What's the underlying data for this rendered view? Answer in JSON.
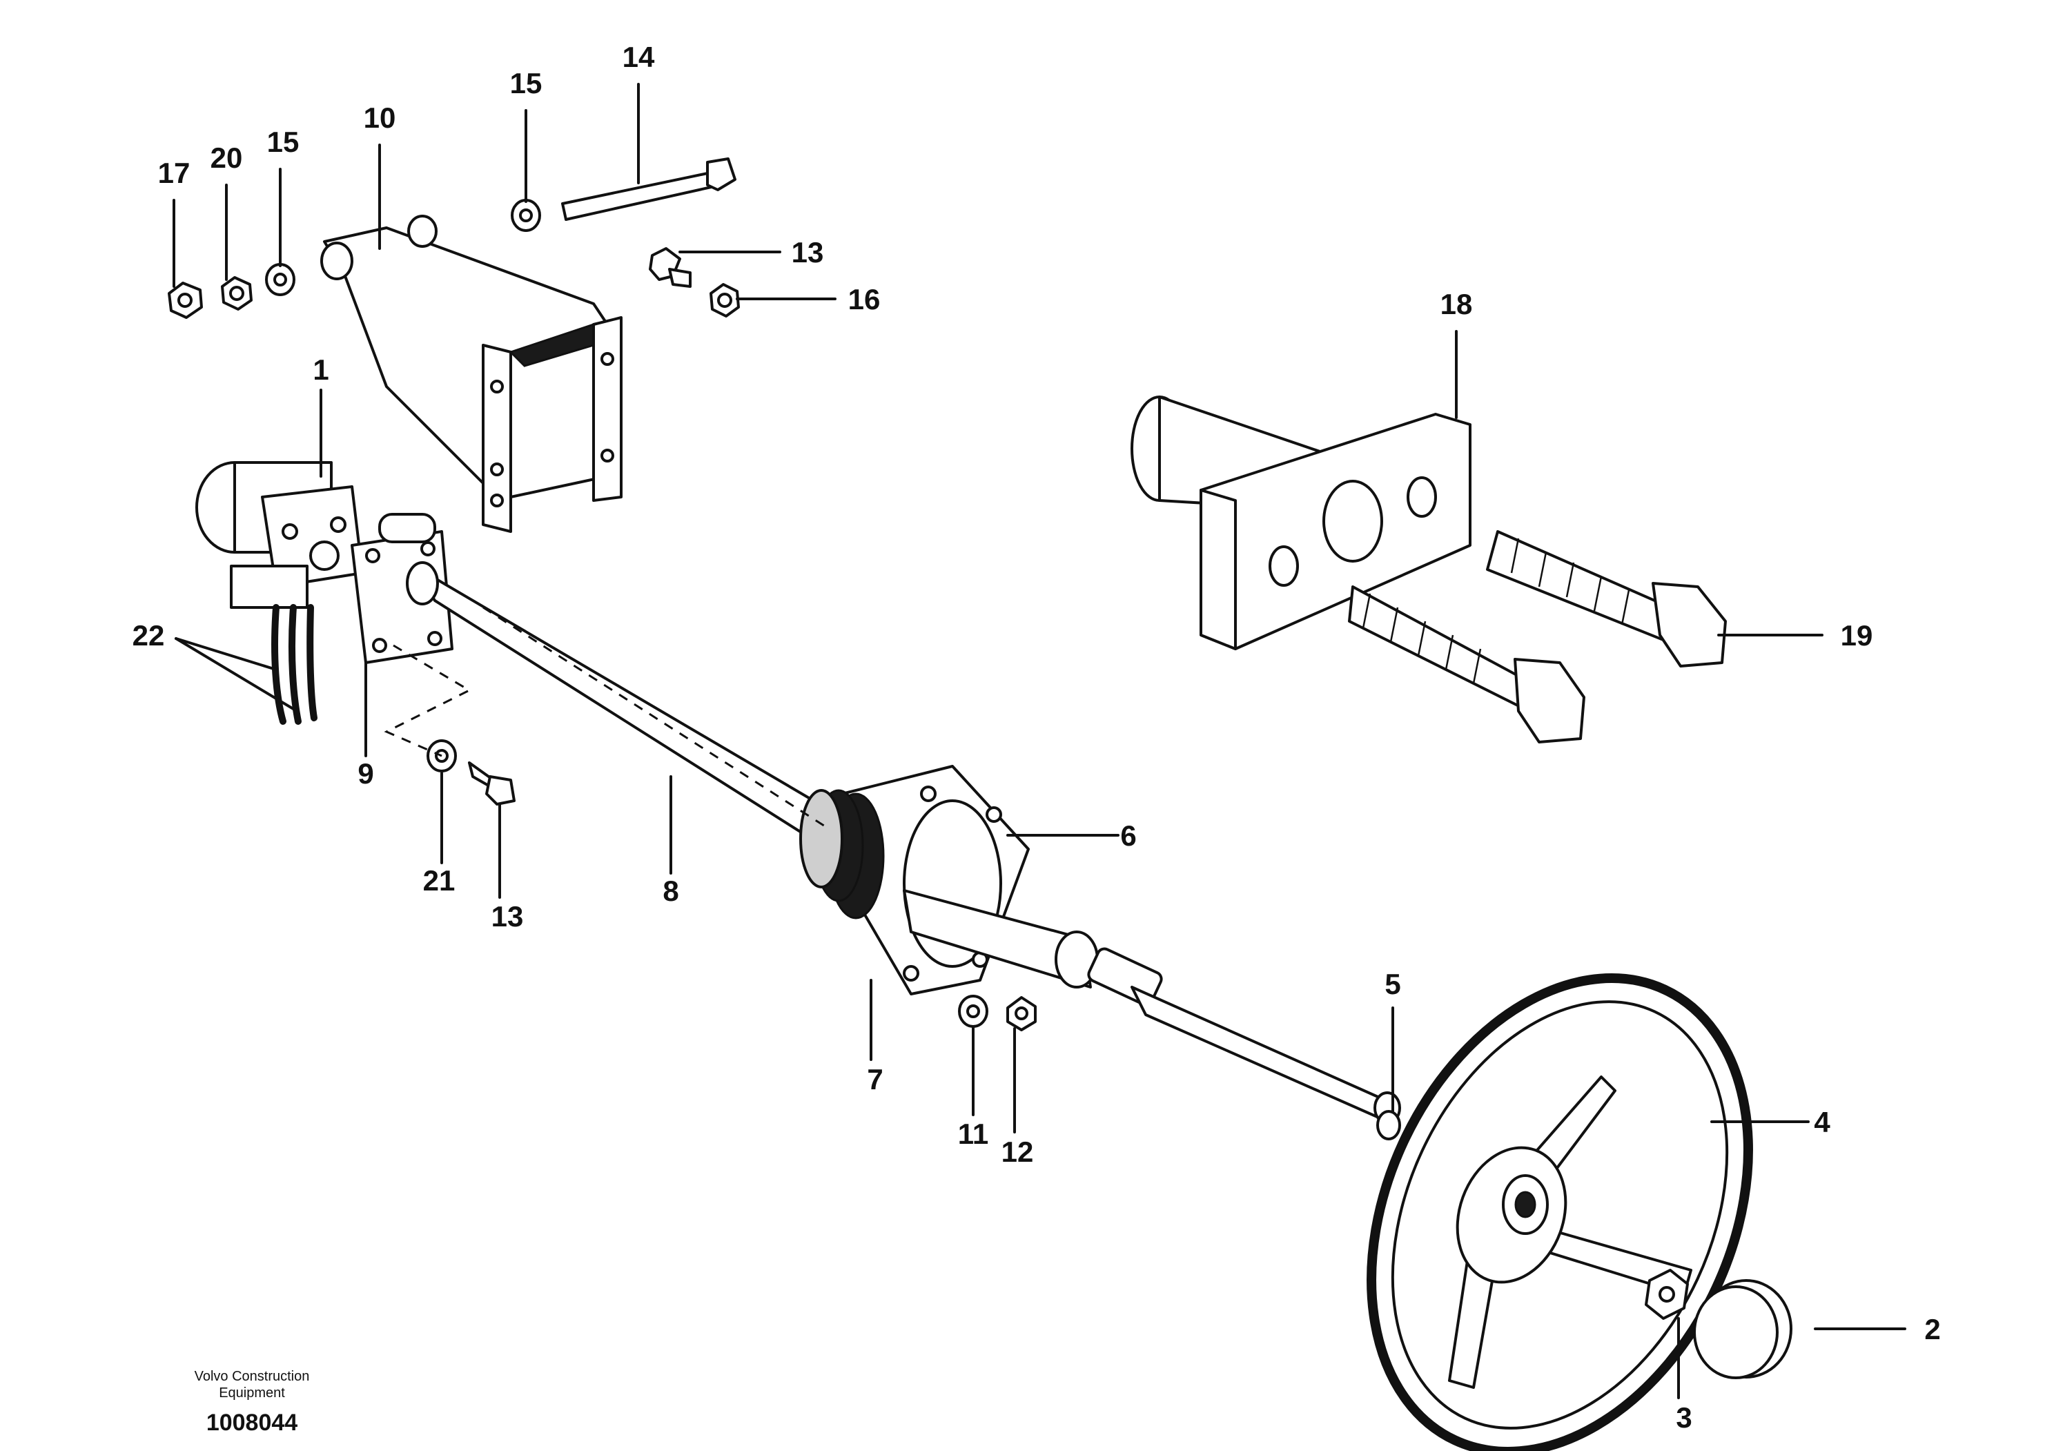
{
  "callouts": {
    "c1": "1",
    "c2": "2",
    "c3": "3",
    "c4": "4",
    "c5": "5",
    "c6": "6",
    "c7": "7",
    "c8": "8",
    "c9": "9",
    "c10": "10",
    "c11": "11",
    "c12": "12",
    "c13a": "13",
    "c13b": "13",
    "c14": "14",
    "c15a": "15",
    "c15b": "15",
    "c16": "16",
    "c17": "17",
    "c18": "18",
    "c19": "19",
    "c20": "20",
    "c21": "21",
    "c22": "22"
  },
  "footer": {
    "brand_line1": "Volvo Construction",
    "brand_line2": "Equipment",
    "drawing_number": "1008044"
  }
}
